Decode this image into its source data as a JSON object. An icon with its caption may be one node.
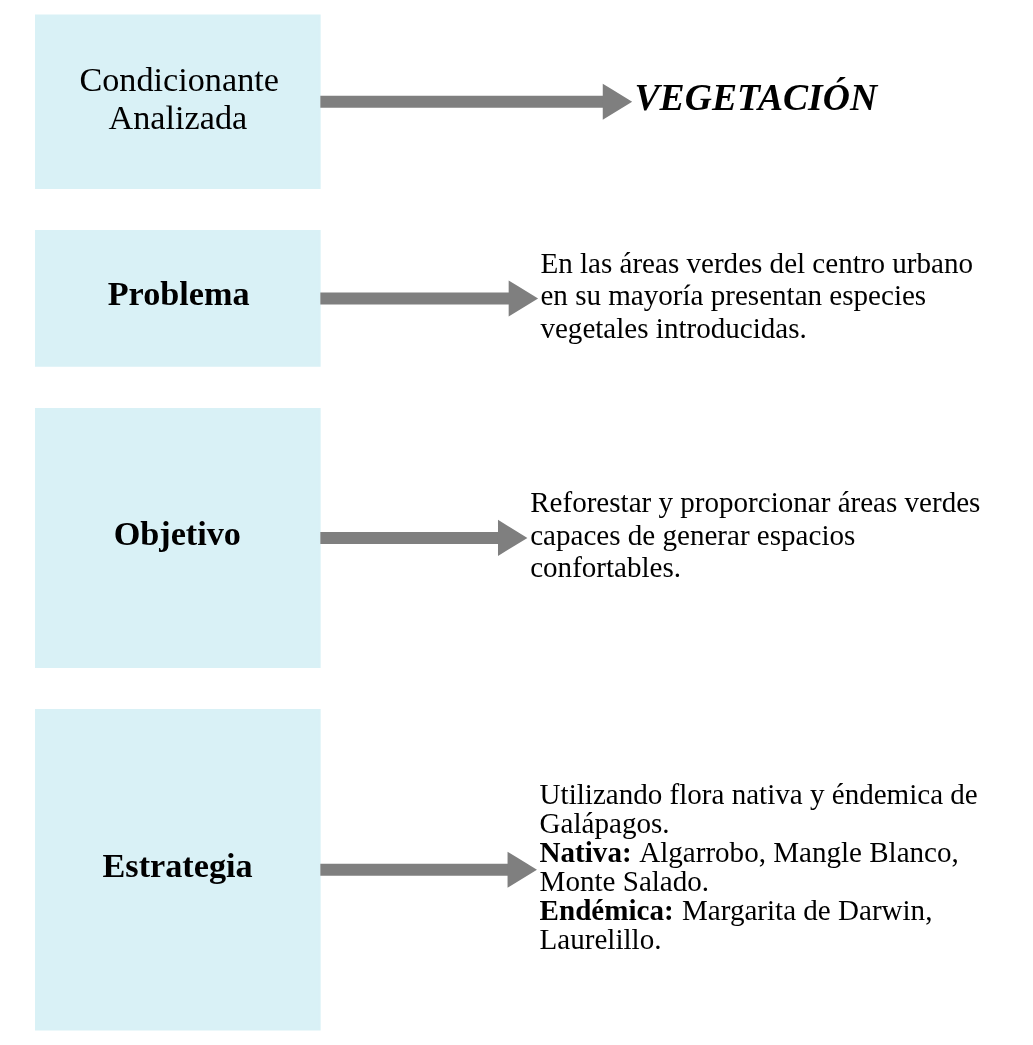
{
  "diagram": {
    "nodes": [
      {
        "text": [
          "Condicionante Analizada"
        ]
      },
      {
        "text": [
          "VEGETACIÓN"
        ]
      },
      {
        "text": [
          "Problema"
        ]
      },
      {
        "text": [
          "En las áreas verdes del centro urbano en su mayoría presentan especies vegetales introducidas."
        ]
      },
      {
        "text": [
          "Objetivo"
        ]
      },
      {
        "text": [
          "Reforestar y proporcionar áreas verdes capaces de generar espacios confortables."
        ]
      },
      {
        "text": [
          "Estrategia"
        ]
      },
      {
        "text": [
          "Utilizando flora nativa y éndemica de Galápagos.",
          "**Nativa:** Algarrobo, Mangle Blanco, Monte Salado.",
          "**Endémica:** Margarita de Darwin, Laurelillo."
        ]
      }
    ],
    "edges": [
      {
        "from": 0,
        "to": 1,
        "arrow": "to"
      },
      {
        "from": 2,
        "to": 3,
        "arrow": "to"
      },
      {
        "from": 4,
        "to": 5,
        "arrow": "to"
      },
      {
        "from": 6,
        "to": 7,
        "arrow": "to"
      }
    ]
  }
}
